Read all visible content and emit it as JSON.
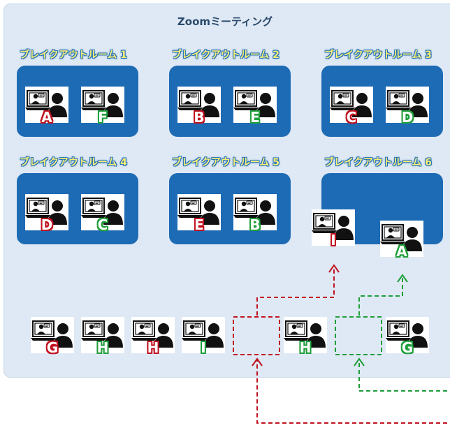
{
  "title": "Zoomミーティング",
  "rooms": [
    {
      "label": "ブレイクアウトルーム 1",
      "members": [
        {
          "letter": "A",
          "color": "red"
        },
        {
          "letter": "F",
          "color": "green"
        }
      ]
    },
    {
      "label": "ブレイクアウトルーム 2",
      "members": [
        {
          "letter": "B",
          "color": "red"
        },
        {
          "letter": "E",
          "color": "green"
        }
      ]
    },
    {
      "label": "ブレイクアウトルーム 3",
      "members": [
        {
          "letter": "C",
          "color": "red"
        },
        {
          "letter": "D",
          "color": "green"
        }
      ]
    },
    {
      "label": "ブレイクアウトルーム 4",
      "members": [
        {
          "letter": "D",
          "color": "red"
        },
        {
          "letter": "C",
          "color": "green"
        }
      ]
    },
    {
      "label": "ブレイクアウトルーム 5",
      "members": [
        {
          "letter": "E",
          "color": "red"
        },
        {
          "letter": "B",
          "color": "green"
        }
      ]
    },
    {
      "label": "ブレイクアウトルーム 6",
      "members": [
        {
          "letter": "I",
          "color": "red"
        },
        {
          "letter": "A",
          "color": "green"
        }
      ]
    }
  ],
  "waiting": [
    {
      "letter": "G",
      "color": "red"
    },
    {
      "letter": "H",
      "color": "green"
    },
    {
      "letter": "H",
      "color": "red"
    },
    {
      "letter": "I",
      "color": "green"
    },
    {
      "letter": "H",
      "color": "green"
    },
    {
      "letter": "G",
      "color": "green"
    }
  ],
  "colors": {
    "red": "#c0121f",
    "green": "#1e9e3a",
    "room": "#1e6bb5",
    "panel": "#dfe9f5"
  }
}
